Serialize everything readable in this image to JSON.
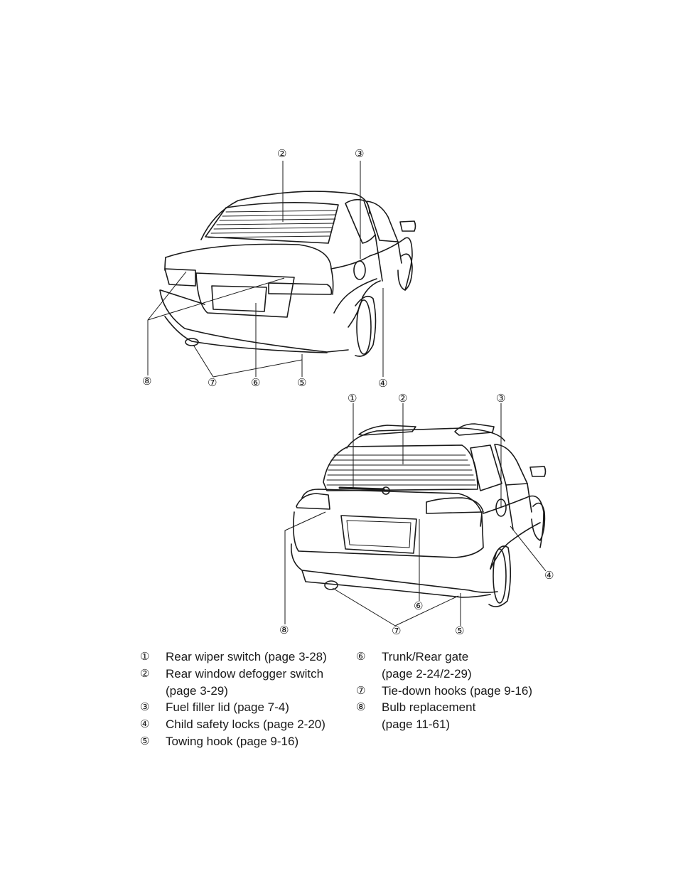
{
  "figure_top": {
    "callouts": [
      "②",
      "③",
      "⑧",
      "⑦",
      "⑥",
      "⑤",
      "④"
    ]
  },
  "figure_bottom": {
    "callouts": [
      "①",
      "②",
      "③",
      "④",
      "⑥",
      "⑧",
      "⑦",
      "⑤"
    ]
  },
  "legend": {
    "left": [
      {
        "num": "①",
        "lines": [
          "Rear wiper switch (page 3-28)"
        ]
      },
      {
        "num": "②",
        "lines": [
          "Rear window defogger switch",
          "(page 3-29)"
        ]
      },
      {
        "num": "③",
        "lines": [
          "Fuel filler lid (page 7-4)"
        ]
      },
      {
        "num": "④",
        "lines": [
          "Child safety locks (page 2-20)"
        ]
      },
      {
        "num": "⑤",
        "lines": [
          "Towing hook (page 9-16)"
        ]
      }
    ],
    "right": [
      {
        "num": "⑥",
        "lines": [
          "Trunk/Rear gate",
          "(page 2-24/2-29)"
        ]
      },
      {
        "num": "⑦",
        "lines": [
          "Tie-down hooks (page 9-16)"
        ]
      },
      {
        "num": "⑧",
        "lines": [
          "Bulb replacement",
          "(page 11-61)"
        ]
      }
    ]
  }
}
